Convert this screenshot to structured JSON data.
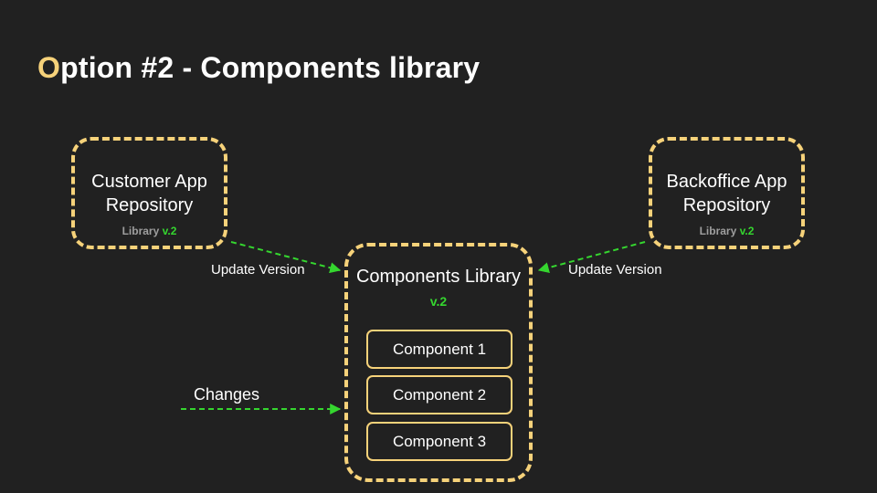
{
  "title": {
    "first_letter": "O",
    "rest": "ption #2 - Components library"
  },
  "customer_repo": {
    "name": "Customer App Repository",
    "lib_label": "Library",
    "version": "v.2"
  },
  "backoffice_repo": {
    "name": "Backoffice App Repository",
    "lib_label": "Library",
    "version": "v.2"
  },
  "library": {
    "name": "Components Library",
    "version": "v.2",
    "components": [
      "Component 1",
      "Component 2",
      "Component 3"
    ]
  },
  "edges": {
    "customer_update": "Update Version",
    "backoffice_update": "Update Version",
    "changes": "Changes"
  },
  "colors": {
    "accent": "#f6d27a",
    "version": "#35d62f",
    "arrow": "#35d62f",
    "muted": "#9e9e9e"
  }
}
